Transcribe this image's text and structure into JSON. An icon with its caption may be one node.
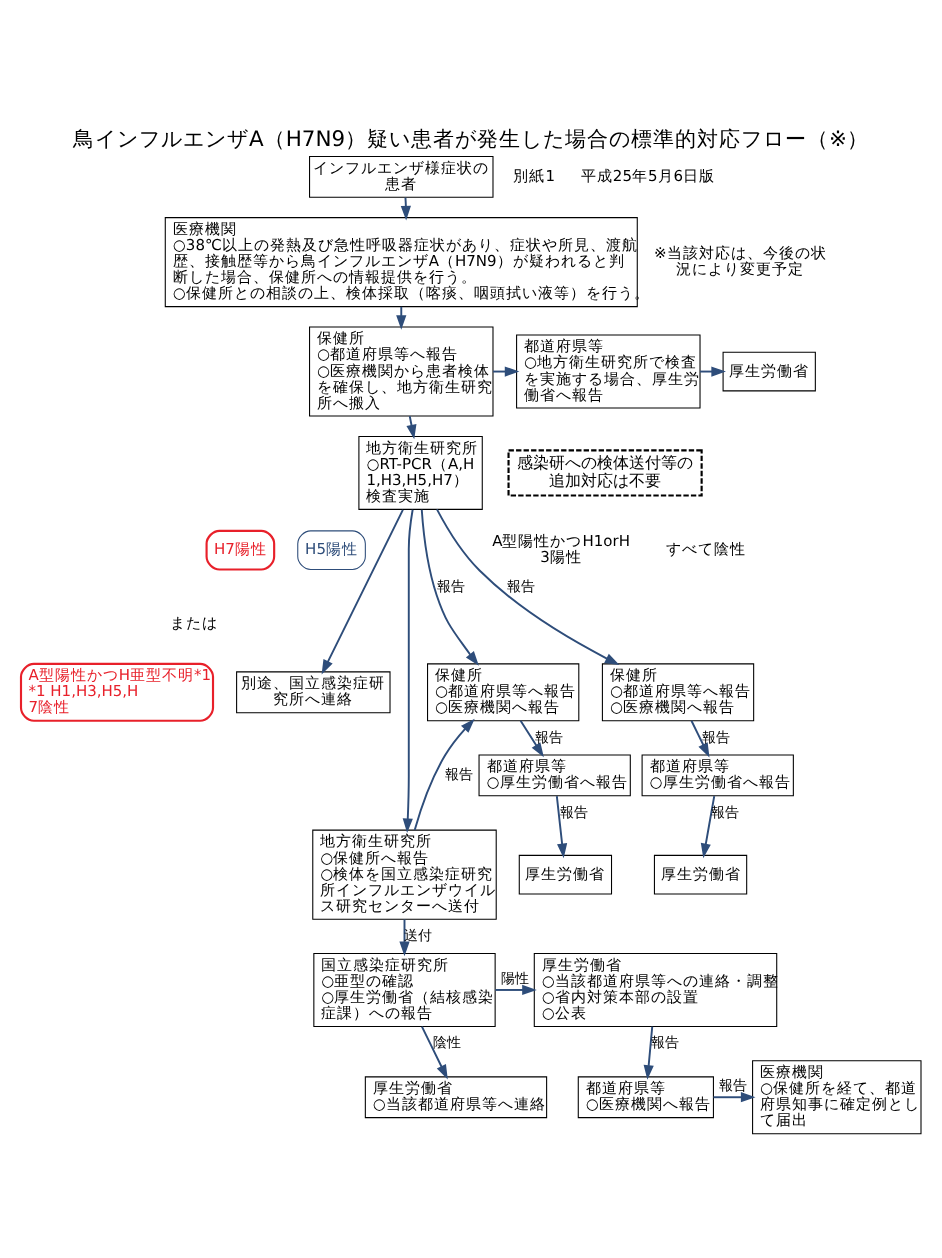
{
  "diagram": {
    "title": "鳥インフルエンザA（H7N9）疑い患者が発生した場合の標準的対応フロー（※）",
    "nodes": [
      {
        "text": [
          "インフルエンザ様症状の患者"
        ]
      },
      {
        "text": [
          "医療機関",
          "○38℃以上の発熱及び急性呼吸器症状があり、症状や所見、渡航歴、接触歴等から鳥インフルエンザA（H7N9）が疑われると判断した場合、保健所への情報提供を行う。",
          "○保健所との相談の上、検体採取（喀痰、咽頭拭い液等）を行う。"
        ]
      },
      {
        "text": [
          "保健所",
          "○都道府県等へ報告",
          "○医療機関から患者検体を確保し、地方衛生研究所へ搬入"
        ]
      },
      {
        "text": [
          "都道府県等",
          "○地方衛生研究所で検査を実施する場合、厚生労働省へ報告"
        ]
      },
      {
        "text": [
          "厚生労働省"
        ]
      },
      {
        "text": [
          "感染研への検体送付等の追加対応は不要"
        ]
      },
      {
        "text": [
          "地方衛生研究所",
          "○RT-PCR（A,H1,H3,H5,H7）検査実施"
        ]
      },
      {
        "text": [
          "H7陽性"
        ]
      },
      {
        "text": [
          "A型陽性かつH亜型不明*1",
          "*1 H1,H3,H5,H7陰性"
        ]
      },
      {
        "text": [
          "H5陽性"
        ]
      },
      {
        "text": [
          "別途、国立感染症研究所へ連絡"
        ]
      },
      {
        "text": [
          "保健所",
          "○都道府県等へ報告",
          "○医療機関へ報告"
        ]
      },
      {
        "text": [
          "保健所",
          "○都道府県等へ報告",
          "○医療機関へ報告"
        ]
      },
      {
        "text": [
          "地方衛生研究所",
          "○保健所へ報告",
          "○検体を国立感染症研究所インフルエンザウイルス研究センターへ送付"
        ]
      },
      {
        "text": [
          "都道府県等",
          "○厚生労働省へ報告"
        ]
      },
      {
        "text": [
          "都道府県等",
          "○厚生労働省へ報告"
        ]
      },
      {
        "text": [
          "厚生労働省"
        ]
      },
      {
        "text": [
          "厚生労働省"
        ]
      },
      {
        "text": [
          "国立感染症研究所",
          "○亜型の確認",
          "○厚生労働省（結核感染症課）への報告"
        ]
      },
      {
        "text": [
          "厚生労働省",
          "○当該都道府県等への連絡・調整",
          "○省内対策本部の設置",
          "○公表"
        ]
      },
      {
        "text": [
          "厚生労働省",
          "○当該都道府県等へ連絡"
        ]
      },
      {
        "text": [
          "都道府県等",
          "○医療機関へ報告"
        ]
      },
      {
        "text": [
          "医療機関",
          "○保健所を経て、都道府県知事に確定例として届出"
        ]
      }
    ],
    "edges": [
      {
        "from": 0,
        "to": 1,
        "arrow": "to"
      },
      {
        "from": 1,
        "to": 2,
        "arrow": "to"
      },
      {
        "from": 2,
        "to": 3,
        "arrow": "to"
      },
      {
        "from": 3,
        "to": 4,
        "arrow": "to"
      },
      {
        "from": 2,
        "to": 6,
        "arrow": "to"
      },
      {
        "from": 6,
        "to": 13,
        "arrow": "to"
      },
      {
        "from": 6,
        "to": 10,
        "arrow": "to"
      },
      {
        "from": 6,
        "to": 11,
        "label": "報告",
        "arrow": "to"
      },
      {
        "from": 6,
        "to": 12,
        "label": "報告",
        "arrow": "to"
      },
      {
        "from": 11,
        "to": 14,
        "label": "報告",
        "arrow": "to"
      },
      {
        "from": 12,
        "to": 15,
        "label": "報告",
        "arrow": "to"
      },
      {
        "from": 13,
        "to": 11,
        "label": "報告",
        "arrow": "to"
      },
      {
        "from": 14,
        "to": 16,
        "label": "報告",
        "arrow": "to"
      },
      {
        "from": 15,
        "to": 17,
        "label": "報告",
        "arrow": "to"
      },
      {
        "from": 13,
        "to": 18,
        "label": "送付",
        "arrow": "to"
      },
      {
        "from": 18,
        "to": 19,
        "label": "陽性",
        "arrow": "to"
      },
      {
        "from": 18,
        "to": 20,
        "label": "陰性",
        "arrow": "to"
      },
      {
        "from": 19,
        "to": 21,
        "label": "報告",
        "arrow": "to"
      },
      {
        "from": 21,
        "to": 22,
        "label": "報告",
        "arrow": "to"
      }
    ],
    "labels": [
      "別紙1",
      "平成25年5月6日版",
      "※当該対応は、今後の状況により変更予定",
      "または",
      "A型陽性かつH1orH3陽性",
      "すべて陰性"
    ]
  }
}
